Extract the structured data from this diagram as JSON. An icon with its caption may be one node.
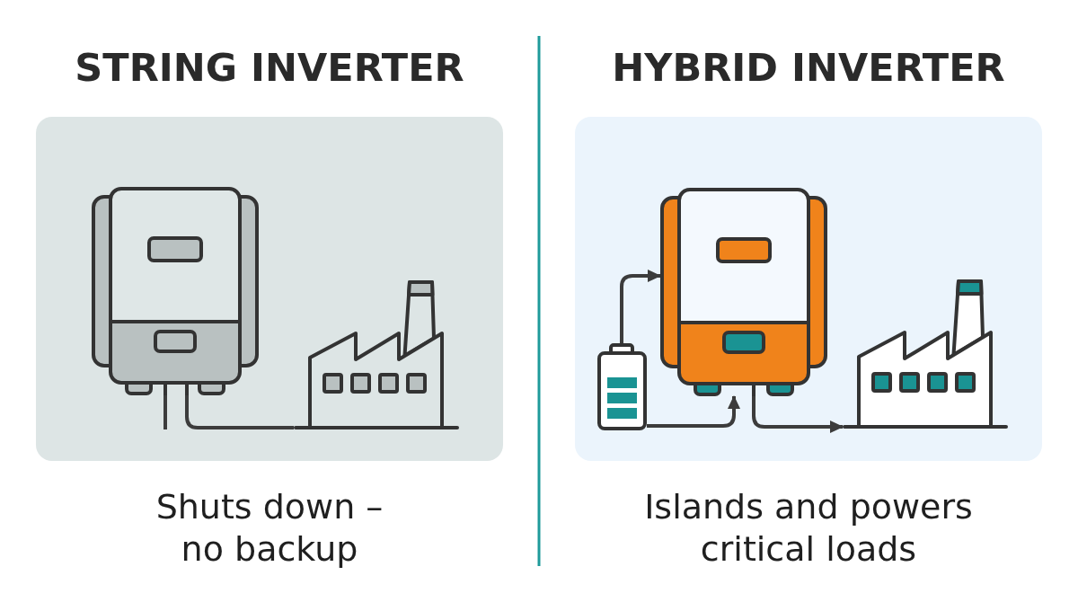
{
  "diagram": {
    "nodes": [
      {
        "text": [
          "STRING INVERTER"
        ],
        "beside": [
          "Shuts down – no backup"
        ]
      },
      {
        "text": [],
        "shape": "picture",
        "in": 0
      },
      {
        "text": [],
        "shape": "picture",
        "in": 0
      },
      {
        "text": [
          "HYBRID INVERTER"
        ],
        "beside": [
          "Islands and powers critical loads"
        ]
      },
      {
        "text": [],
        "shape": "picture",
        "in": 3
      },
      {
        "text": [],
        "shape": "picture",
        "in": 3
      },
      {
        "text": [],
        "shape": "picture",
        "in": 3
      }
    ],
    "edges": [
      {
        "from": 1,
        "to": 2,
        "arrow": "none"
      },
      {
        "from": 1,
        "to": null,
        "arrow": "none"
      },
      {
        "from": 4,
        "to": 5,
        "arrow": "to"
      },
      {
        "from": 4,
        "to": 5,
        "arrow": "to"
      },
      {
        "from": 5,
        "to": 6,
        "arrow": "to"
      }
    ]
  }
}
